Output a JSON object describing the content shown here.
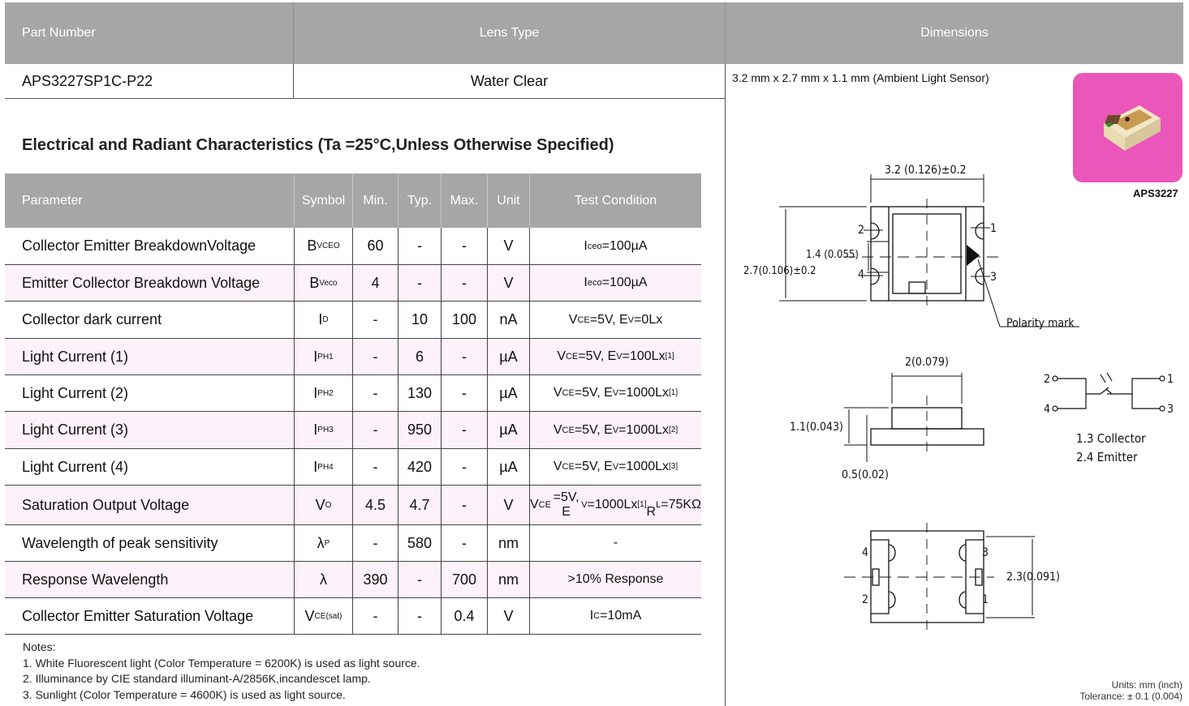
{
  "top_table": {
    "headers": [
      "Part Number",
      "Lens Type",
      "Dimensions"
    ],
    "part_number": "APS3227SP1C-P22",
    "lens_type": "Water Clear",
    "dimensions": "3.2 mm x 2.7 mm x 1.1 mm (Ambient Light Sensor)"
  },
  "product_image": {
    "caption": "APS3227",
    "bg_color": "#ea56b9"
  },
  "section_title": "Electrical and Radiant Characteristics (Ta =25°C,Unless Otherwise Specified)",
  "char_table": {
    "headers": [
      "Parameter",
      "Symbol",
      "Min.",
      "Typ.",
      "Max.",
      "Unit",
      "Test Condition"
    ],
    "rows": [
      {
        "parameter": "Collector Emitter BreakdownVoltage",
        "sym": "B",
        "sym_sub": "VCEO",
        "min": "60",
        "typ": "-",
        "max": "-",
        "unit": "V",
        "cond_html": "I<sub>ceo</sub>=100µA"
      },
      {
        "parameter": "Emitter Collector Breakdown Voltage",
        "sym": "B",
        "sym_sub": "Veco",
        "min": "4",
        "typ": "-",
        "max": "-",
        "unit": "V",
        "cond_html": "I<sub>eco</sub>=100µA"
      },
      {
        "parameter": "Collector dark current",
        "sym": "I",
        "sym_sub": "D",
        "min": "-",
        "typ": "10",
        "max": "100",
        "unit": "nA",
        "cond_html": "V<sub>CE</sub>=5V, E<sub>V</sub>=0Lx"
      },
      {
        "parameter": "Light Current (1)",
        "sym": "I",
        "sym_sub": "PH1",
        "min": "-",
        "typ": "6",
        "max": "-",
        "unit": "µA",
        "cond_html": "V<sub>CE</sub>=5V, E<sub>V</sub>=100Lx<sup>[1]</sup>"
      },
      {
        "parameter": "Light Current (2)",
        "sym": "I",
        "sym_sub": "PH2",
        "min": "-",
        "typ": "130",
        "max": "-",
        "unit": "µA",
        "cond_html": "V<sub>CE</sub>=5V, E<sub>V</sub>=1000Lx<sup>[1]</sup>"
      },
      {
        "parameter": "Light Current (3)",
        "sym": "I",
        "sym_sub": "PH3",
        "min": "-",
        "typ": "950",
        "max": "-",
        "unit": "µA",
        "cond_html": "V<sub>CE</sub>=5V, E<sub>V</sub>=1000Lx<sup>[2]</sup>"
      },
      {
        "parameter": "Light Current (4)",
        "sym": "I",
        "sym_sub": "PH4",
        "min": "-",
        "typ": "420",
        "max": "-",
        "unit": "µA",
        "cond_html": "V<sub>CE</sub>=5V, E<sub>V</sub>=1000Lx<sup>[3]</sup>"
      },
      {
        "parameter": "Saturation Output Voltage",
        "sym": "V",
        "sym_sub": "O",
        "min": "4.5",
        "typ": "4.7",
        "max": "-",
        "unit": "V",
        "cond_html": "V<sub>CE</sub>=5V, E<sub>V</sub>=1000Lx<sup>[1]</sup><br>R<sub>L</sub>=75KΩ"
      },
      {
        "parameter": "Wavelength of peak sensitivity",
        "sym": "λ",
        "sym_sub": "P",
        "min": "-",
        "typ": "580",
        "max": "-",
        "unit": "nm",
        "cond_html": "-"
      },
      {
        "parameter": "Response Wavelength",
        "sym": "λ",
        "sym_sub": "",
        "min": "390",
        "typ": "-",
        "max": "700",
        "unit": "nm",
        "cond_html": ">10% Response"
      },
      {
        "parameter": "Collector Emitter Saturation Voltage",
        "sym": "V",
        "sym_sub": "CE(sat)",
        "min": "-",
        "typ": "-",
        "max": "0.4",
        "unit": "V",
        "cond_html": "I<sub>C</sub>=10mA"
      }
    ]
  },
  "notes": {
    "title": "Notes:",
    "items": [
      "1. White Fluorescent light (Color Temperature = 6200K) is used as light source.",
      "2. Illuminance by CIE standard illuminant-A/2856K,incandescet lamp.",
      "3. Sunlight (Color Temperature = 4600K) is used as light source."
    ]
  },
  "drawing": {
    "top_view": {
      "width_label": "3.2 (0.126)±0.2",
      "inner_label": "1.4 (0.055)",
      "height_label": "2.7(0.106)±0.2",
      "pins": [
        "1",
        "2",
        "3",
        "4"
      ],
      "polarity_label": "Polarity mark"
    },
    "side_view": {
      "top_label": "2(0.079)",
      "height_label": "1.1(0.043)",
      "base_label": "0.5(0.02)"
    },
    "bottom_view": {
      "pad_label": "2.3(0.091)",
      "pins": [
        "4",
        "3",
        "2",
        "1"
      ]
    },
    "schematic": {
      "pins": [
        "2",
        "1",
        "4",
        "3"
      ],
      "legend": [
        "1.3  Collector",
        "2.4  Emitter"
      ]
    },
    "units": "Units: mm (inch)",
    "tolerance": "Tolerance: ± 0.1 (0.004)"
  }
}
